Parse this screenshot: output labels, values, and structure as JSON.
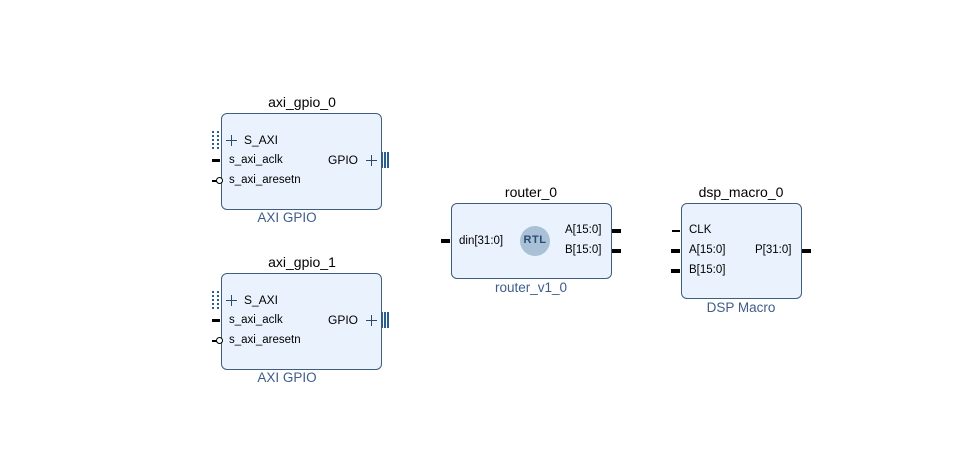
{
  "blocks": {
    "axi_gpio_0": {
      "instance": "axi_gpio_0",
      "ip_name": "AXI GPIO",
      "ports_in": [
        "S_AXI",
        "s_axi_aclk",
        "s_axi_aresetn"
      ],
      "ports_out": [
        "GPIO"
      ]
    },
    "axi_gpio_1": {
      "instance": "axi_gpio_1",
      "ip_name": "AXI GPIO",
      "ports_in": [
        "S_AXI",
        "s_axi_aclk",
        "s_axi_aresetn"
      ],
      "ports_out": [
        "GPIO"
      ]
    },
    "router_0": {
      "instance": "router_0",
      "ip_name": "router_v1_0",
      "icon_text": "RTL",
      "ports_in": [
        "din[31:0]"
      ],
      "ports_out": [
        "A[15:0]",
        "B[15:0]"
      ]
    },
    "dsp_macro_0": {
      "instance": "dsp_macro_0",
      "ip_name": "DSP Macro",
      "ports_in": [
        "CLK",
        "A[15:0]",
        "B[15:0]"
      ],
      "ports_out": [
        "P[31:0]"
      ]
    }
  },
  "icons": [
    "plus-expand-icon",
    "bus-interface-icon",
    "reset-active-low-icon",
    "rtl-module-icon"
  ]
}
